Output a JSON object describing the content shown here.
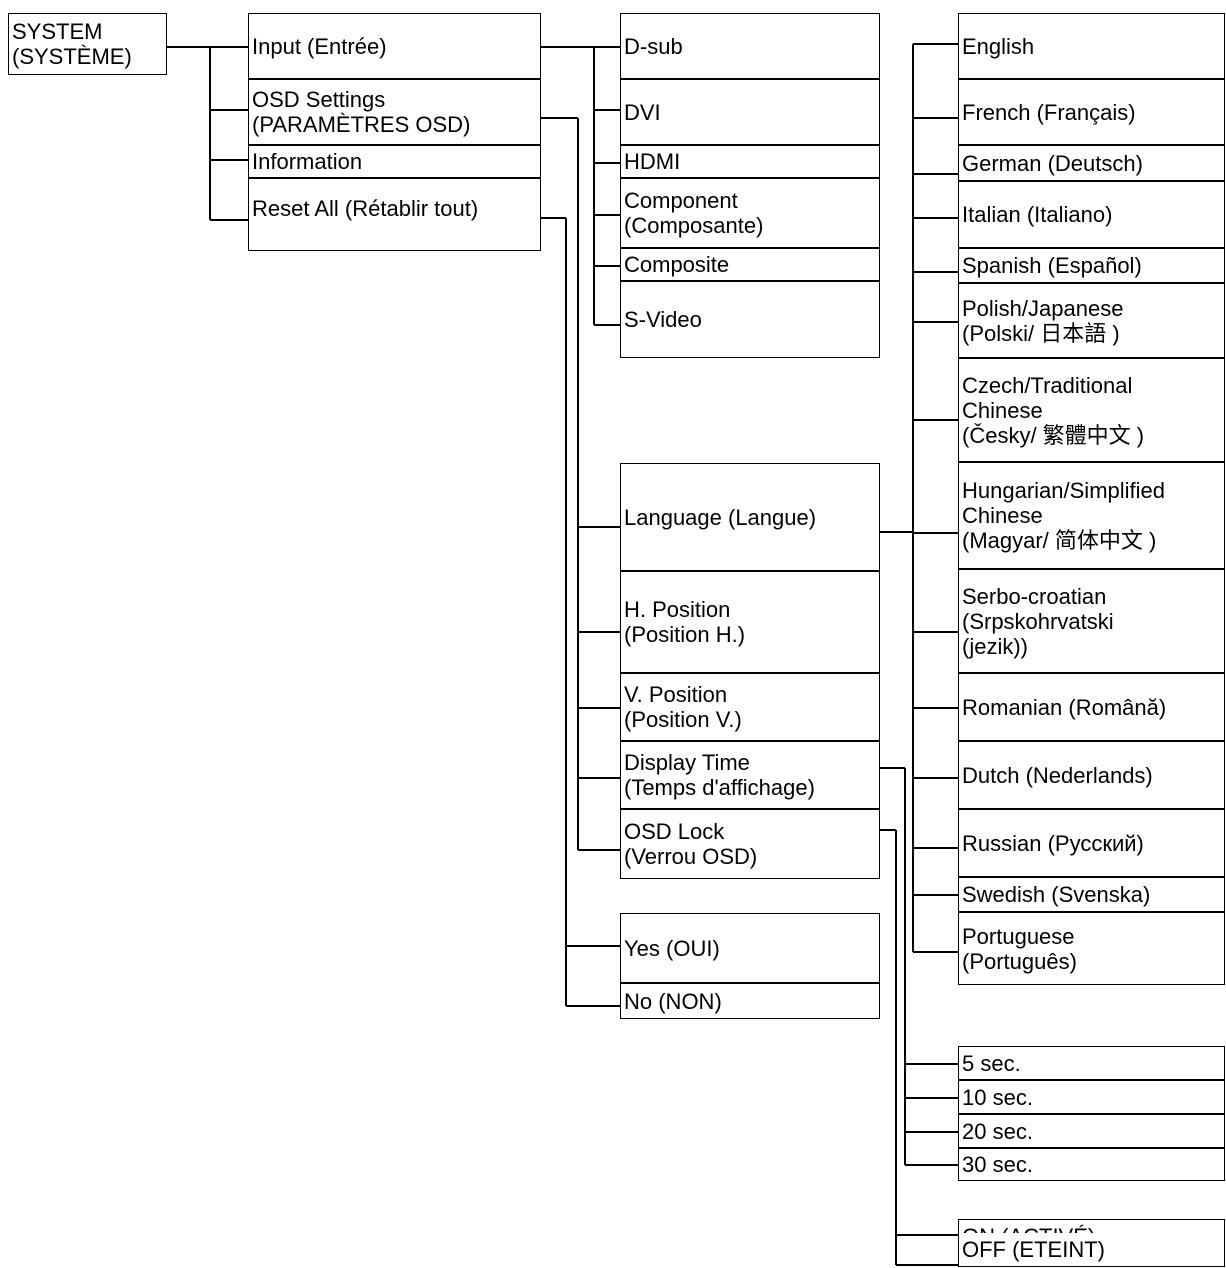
{
  "root": "SYSTEM\n(SYSTÈME)",
  "level1": [
    "Input (Entrée)",
    "OSD Settings\n(PARAMÈTRES OSD)",
    "Information",
    "Reset All (Rétablir tout)"
  ],
  "inputs": [
    "D-sub",
    "DVI",
    "HDMI",
    "Component\n(Composante)",
    "Composite",
    "S-Video"
  ],
  "osd_settings": [
    "Language (Langue)",
    "H. Position\n(Position H.)",
    "V. Position\n(Position V.)",
    "Display Time\n(Temps d'affichage)",
    "OSD Lock\n(Verrou OSD)"
  ],
  "reset_options": [
    "Yes (OUI)",
    "No (NON)"
  ],
  "languages": [
    "English",
    "French (Français)",
    "German (Deutsch)",
    "Italian (Italiano)",
    "Spanish (Español)",
    "Polish/Japanese\n(Polski/ 日本語 )",
    "Czech/Traditional\nChinese\n(Česky/ 繁體中文 )",
    "Hungarian/Simplified\nChinese\n(Magyar/ 简体中文 )",
    "Serbo-croatian\n(Srpskohrvatski\n(jezik))",
    "Romanian (Română)",
    "Dutch (Nederlands)",
    "Russian (Русский)",
    "Swedish (Svenska)",
    "Portuguese\n(Português)"
  ],
  "display_times": [
    "5 sec.",
    "10 sec.",
    "20 sec.",
    "30 sec."
  ],
  "osd_lock_options": [
    "ON (ACTIVÉ)",
    "OFF (ETEINT)"
  ]
}
